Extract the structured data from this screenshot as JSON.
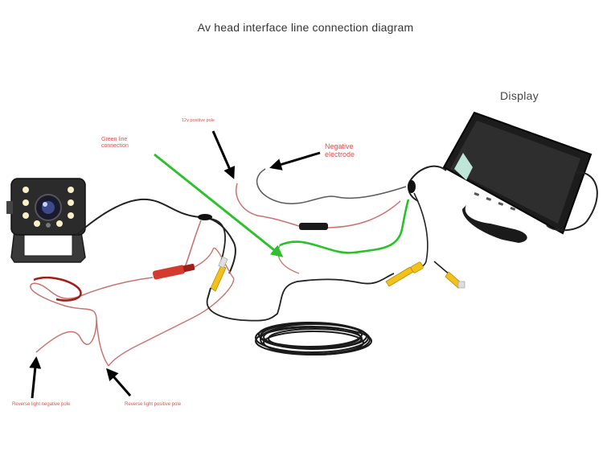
{
  "title": "Av head interface line connection diagram",
  "labels": {
    "display": "Display",
    "green_line": "Green line connection",
    "positive_12v": "12v positive pole",
    "negative_electrode": "Negative electrode",
    "reverse_negative": "Reverse light negative pole",
    "reverse_positive": "Reverse light positive pole"
  },
  "colors": {
    "label_red": "#d9534f",
    "arrow_green": "#2ec02e",
    "wire_green": "#27c227",
    "wire_red": "#c8736f",
    "wire_black": "#222222",
    "rca_yellow": "#f2c21b",
    "plug_red": "#d43a2e"
  },
  "icons": [
    "camera-icon",
    "monitor-icon",
    "rca-plug-icon",
    "dc-plug-icon",
    "cable-coil-icon"
  ]
}
